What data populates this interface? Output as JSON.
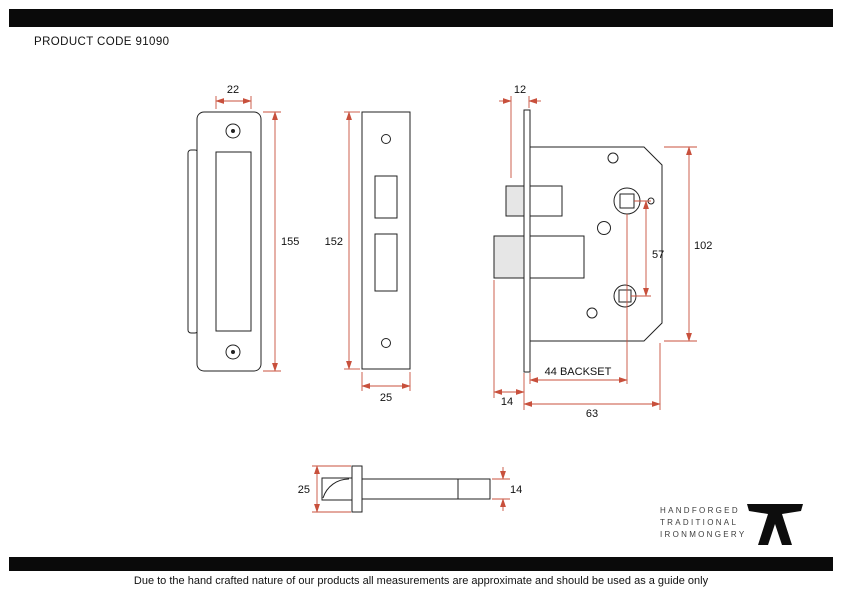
{
  "page": {
    "product_code": "PRODUCT CODE 91090",
    "footer": "Due to the hand crafted nature of our products all measurements are approximate and should be used as a guide only"
  },
  "brand": {
    "line1": "HANDFORGED",
    "line2": "TRADITIONAL",
    "line3": "IRONMONGERY"
  },
  "colors": {
    "dimension_line": "#c8503c",
    "outline": "#222222",
    "bar": "#0a0a0a"
  },
  "dims": {
    "strike_width": "22",
    "strike_height": "155",
    "faceplate_height": "152",
    "faceplate_width": "25",
    "faceplate_edge": "12",
    "case_height": "102",
    "follower_spacing": "57",
    "backset": "44 BACKSET",
    "bolt_throw": "14",
    "case_depth": "63",
    "spindle_flange": "25",
    "spindle_bar": "14"
  }
}
